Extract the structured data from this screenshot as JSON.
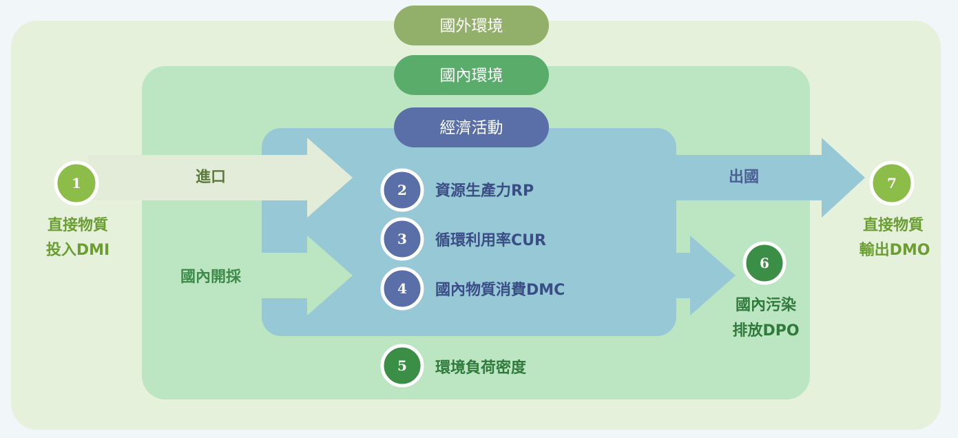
{
  "layers": {
    "foreign": "國外環境",
    "domestic": "國內環境",
    "economy": "經濟活動"
  },
  "flows": {
    "import": "進口",
    "domestic_extraction": "國內開採",
    "export": "出國"
  },
  "indicators": [
    {
      "num": "1",
      "line1": "直接物質",
      "line2": "投入DMI"
    },
    {
      "num": "2",
      "label": "資源生產力RP"
    },
    {
      "num": "3",
      "label": "循環利用率CUR"
    },
    {
      "num": "4",
      "label": "國內物質消費DMC"
    },
    {
      "num": "5",
      "label": "環境負荷密度"
    },
    {
      "num": "6",
      "line1": "國內污染",
      "line2": "排放DPO"
    },
    {
      "num": "7",
      "line1": "直接物質",
      "line2": "輸出DMO"
    }
  ],
  "colors": {
    "outer_bg": "#e6f1dc",
    "domestic_bg": "#bce5c1",
    "economy_bg": "#96c8d6",
    "foreign_pill": "#93b06a",
    "domestic_pill": "#5aac6b",
    "economy_pill": "#5a6fa8",
    "import_arrow": "#e2ecd9",
    "green_circle": "#8bbd48",
    "blue_circle": "#5a6fa8",
    "dark_green_circle": "#3b8e46"
  }
}
